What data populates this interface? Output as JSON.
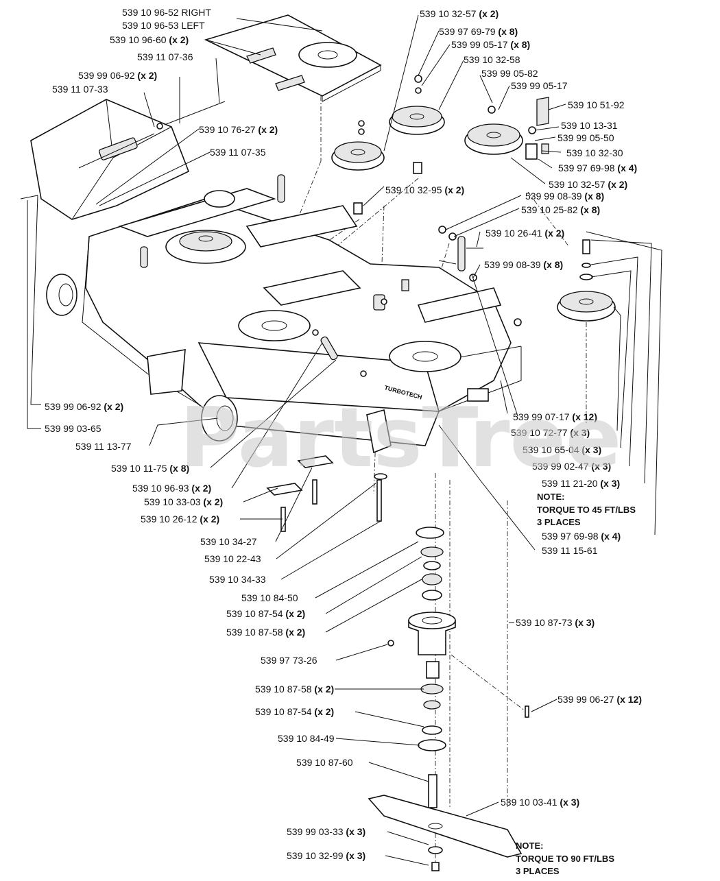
{
  "watermark": "PartsTree",
  "labels": [
    {
      "id": "l1",
      "part": "539 10 96-52 RIGHT",
      "qty": ""
    },
    {
      "id": "l2",
      "part": "539 10 96-53 LEFT",
      "qty": ""
    },
    {
      "id": "l3",
      "part": "539 10 96-60",
      "qty": "(x 2)"
    },
    {
      "id": "l4",
      "part": "539 11 07-36",
      "qty": ""
    },
    {
      "id": "l5",
      "part": "539 99 06-92",
      "qty": "(x 2)"
    },
    {
      "id": "l6",
      "part": "539 11 07-33",
      "qty": ""
    },
    {
      "id": "l7",
      "part": "539 10 76-27",
      "qty": "(x 2)"
    },
    {
      "id": "l8",
      "part": "539 11 07-35",
      "qty": ""
    },
    {
      "id": "l9",
      "part": "539 10 32-57",
      "qty": "(x 2)"
    },
    {
      "id": "l10",
      "part": "539 97 69-79",
      "qty": "(x 8)"
    },
    {
      "id": "l11",
      "part": "539 99 05-17",
      "qty": "(x 8)"
    },
    {
      "id": "l12",
      "part": "539 10 32-58",
      "qty": ""
    },
    {
      "id": "l13",
      "part": "539 99 05-82",
      "qty": ""
    },
    {
      "id": "l14",
      "part": "539 99 05-17",
      "qty": ""
    },
    {
      "id": "l15",
      "part": "539 10 51-92",
      "qty": ""
    },
    {
      "id": "l16",
      "part": "539 10 13-31",
      "qty": ""
    },
    {
      "id": "l17",
      "part": "539 99 05-50",
      "qty": ""
    },
    {
      "id": "l18",
      "part": "539 10 32-30",
      "qty": ""
    },
    {
      "id": "l19",
      "part": "539 97 69-98",
      "qty": "(x 4)"
    },
    {
      "id": "l20",
      "part": "539 10 32-57",
      "qty": "(x 2)"
    },
    {
      "id": "l21",
      "part": "539 10 32-95",
      "qty": "(x 2)"
    },
    {
      "id": "l22",
      "part": "539 99 08-39",
      "qty": "(x 8)"
    },
    {
      "id": "l23",
      "part": "539 10 25-82",
      "qty": "(x 8)"
    },
    {
      "id": "l24",
      "part": "539 10 26-41",
      "qty": "(x 2)"
    },
    {
      "id": "l25",
      "part": "539 99 08-39",
      "qty": "(x 8)"
    },
    {
      "id": "l26",
      "part": "539 99 06-92",
      "qty": "(x 2)"
    },
    {
      "id": "l27",
      "part": "539 99 03-65",
      "qty": ""
    },
    {
      "id": "l28",
      "part": "539 11 13-77",
      "qty": ""
    },
    {
      "id": "l29",
      "part": "539 10 11-75",
      "qty": "(x 8)"
    },
    {
      "id": "l30",
      "part": "539 10 96-93",
      "qty": "(x 2)"
    },
    {
      "id": "l31",
      "part": "539 10 33-03",
      "qty": "(x 2)"
    },
    {
      "id": "l32",
      "part": "539 10 26-12",
      "qty": "(x 2)"
    },
    {
      "id": "l33",
      "part": "539 10 34-27",
      "qty": ""
    },
    {
      "id": "l34",
      "part": "539 10 22-43",
      "qty": ""
    },
    {
      "id": "l35",
      "part": "539 10 34-33",
      "qty": ""
    },
    {
      "id": "l36",
      "part": "539 10 84-50",
      "qty": ""
    },
    {
      "id": "l37",
      "part": "539 10 87-54",
      "qty": "(x 2)"
    },
    {
      "id": "l38",
      "part": "539 10 87-58",
      "qty": "(x 2)"
    },
    {
      "id": "l39",
      "part": "539 97 73-26",
      "qty": ""
    },
    {
      "id": "l40",
      "part": "539 10 87-58",
      "qty": "(x 2)"
    },
    {
      "id": "l41",
      "part": "539 10 87-54",
      "qty": "(x 2)"
    },
    {
      "id": "l42",
      "part": "539 10 84-49",
      "qty": ""
    },
    {
      "id": "l43",
      "part": "539 10 87-60",
      "qty": ""
    },
    {
      "id": "l44",
      "part": "539 99 03-33",
      "qty": "(x 3)"
    },
    {
      "id": "l45",
      "part": "539 10 32-99",
      "qty": "(x 3)"
    },
    {
      "id": "l46",
      "part": "539 99 07-17",
      "qty": "(x 12)"
    },
    {
      "id": "l47",
      "part": "539 10 72-77",
      "qty": "(x 3)"
    },
    {
      "id": "l48",
      "part": "539 10 65-04",
      "qty": "(x 3)"
    },
    {
      "id": "l49",
      "part": "539 99 02-47",
      "qty": "(x 3)"
    },
    {
      "id": "l50",
      "part": "539 11 21-20",
      "qty": "(x 3)"
    },
    {
      "id": "l51",
      "part": "539 97 69-98",
      "qty": "(x 4)"
    },
    {
      "id": "l52",
      "part": "539 11 15-61",
      "qty": ""
    },
    {
      "id": "l53",
      "part": "539 10 87-73",
      "qty": "(x 3)"
    },
    {
      "id": "l54",
      "part": "539 99 06-27",
      "qty": "(x 12)"
    },
    {
      "id": "l55",
      "part": "539 10 03-41",
      "qty": "(x 3)"
    }
  ],
  "notes": [
    {
      "id": "n1",
      "lines": [
        "NOTE:",
        "TORQUE TO 45 FT/LBS",
        "3 PLACES"
      ]
    },
    {
      "id": "n2",
      "lines": [
        "NOTE:",
        "TORQUE TO 90 FT/LBS",
        "3 PLACES"
      ]
    }
  ]
}
